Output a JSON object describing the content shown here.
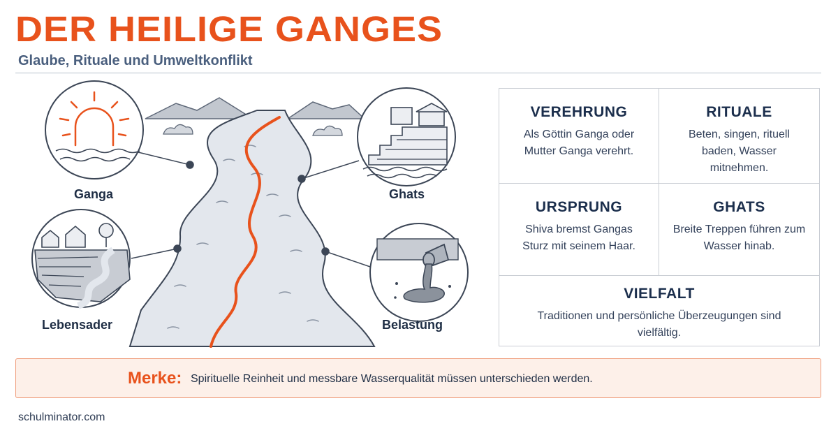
{
  "header": {
    "title": "DER HEILIGE GANGES",
    "subtitle": "Glaube, Rituale und Umweltkonflikt"
  },
  "illustration": {
    "labels": {
      "ganga": "Ganga",
      "ghats": "Ghats",
      "lebensader": "Lebensader",
      "belastung": "Belastung"
    },
    "colors": {
      "accent": "#e8521c",
      "river": "#e3e7ed",
      "ink": "#3c4656"
    }
  },
  "cards": [
    {
      "title": "VEREHRUNG",
      "text": "Als Göttin Ganga oder Mutter Ganga verehrt."
    },
    {
      "title": "RITUALE",
      "text": "Beten, singen, rituell baden, Wasser mitnehmen."
    },
    {
      "title": "URSPRUNG",
      "text": "Shiva bremst Gangas Sturz mit seinem Haar."
    },
    {
      "title": "GHATS",
      "text": "Breite Treppen führen zum Wasser hinab."
    },
    {
      "title": "VIELFALT",
      "text": "Traditionen und persönliche Überzeugungen sind vielfältig."
    }
  ],
  "note": {
    "key": "Merke:",
    "text": "Spirituelle Reinheit und messbare Wasserqualität müssen unterschieden werden."
  },
  "footer": {
    "site": "schulminator.com"
  }
}
